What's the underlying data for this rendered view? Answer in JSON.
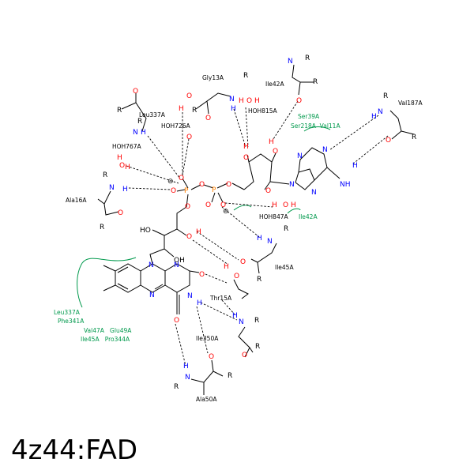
{
  "caption": "4z44:FAD",
  "colors": {
    "bond": "#000000",
    "oxygen": "#ff0000",
    "nitrogen": "#0000ff",
    "phosphorus": "#ff8000",
    "hydrophobic": "#00994c"
  },
  "residues": {
    "leu337": "Leu337A",
    "hoh726": "HOH726A",
    "gly13": "Gly13A",
    "ile42_top": "Ile42A",
    "hoh815": "HOH815A",
    "val187": "Val187A",
    "hoh767": "HOH767A",
    "ala16": "Ala16A",
    "hoh847": "HOH847A",
    "ile45": "Ile45A",
    "thr15": "Thr15A",
    "ile350": "Ile350A",
    "ala50": "Ala50A"
  },
  "hydrophobic_groups": {
    "ser39": "Ser39A",
    "ser218_val11": "Ser218A  Val11A",
    "ile42": "Ile42A",
    "leu337_phe341": [
      "Leu337A",
      "Phe341A"
    ],
    "val47_glu49": "Val47A   Glu49A",
    "ile45_pro344": "Ile45A   Pro344A"
  },
  "atoms": {
    "O": "O",
    "H": "H",
    "N": "N",
    "P": "P",
    "R": "R",
    "OH": "OH",
    "HO": "HO",
    "NH": "NH",
    "minus": "⊖"
  }
}
